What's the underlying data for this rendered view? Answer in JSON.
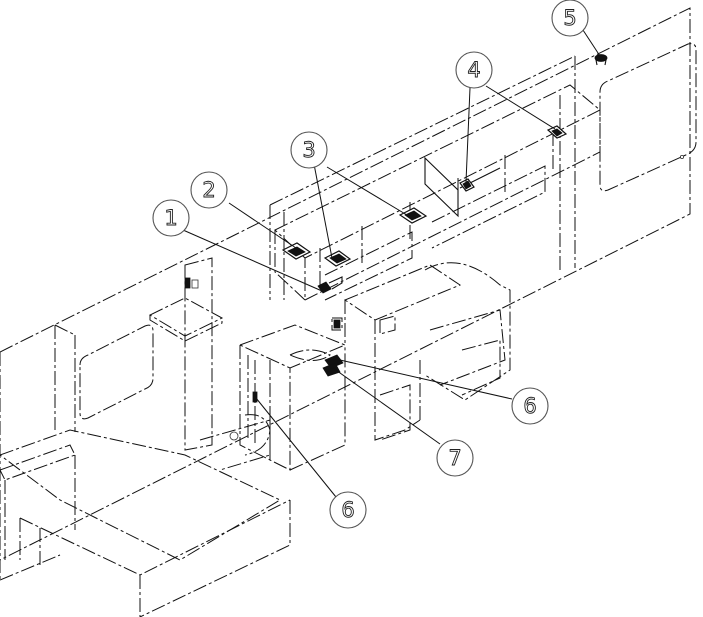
{
  "callouts": [
    {
      "id": "callout-1",
      "number": "1"
    },
    {
      "id": "callout-2",
      "number": "2"
    },
    {
      "id": "callout-3",
      "number": "3"
    },
    {
      "id": "callout-4",
      "number": "4"
    },
    {
      "id": "callout-5",
      "number": "5"
    },
    {
      "id": "callout-6-right",
      "number": "6"
    },
    {
      "id": "callout-7",
      "number": "7"
    },
    {
      "id": "callout-6-left",
      "number": "6"
    }
  ]
}
